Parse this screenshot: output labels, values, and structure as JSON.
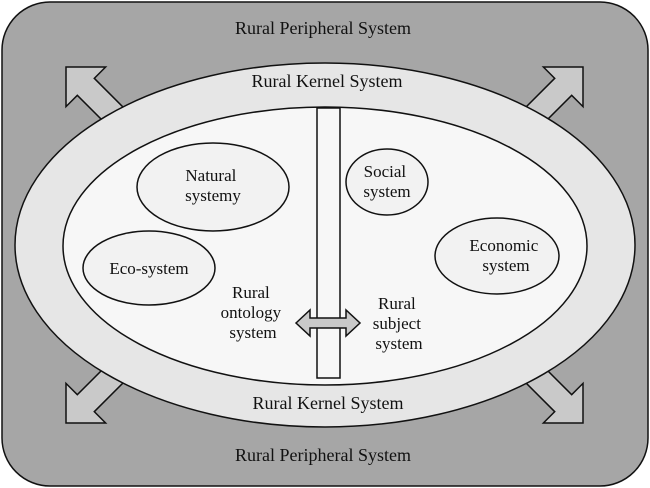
{
  "colors": {
    "outer_fill": "#a6a6a6",
    "kernel_fill": "#e6e6e6",
    "inner_fill": "#f7f7f7",
    "subsystem_fill": "#f2f2f2",
    "stroke": "#111111",
    "arrow_fill": "#c9c9c9"
  },
  "peripheral": {
    "top_label": "Rural Peripheral System",
    "bottom_label": "Rural Peripheral System"
  },
  "kernel": {
    "top_label": "Rural Kernel System",
    "bottom_label": "Rural Kernel System"
  },
  "subsystems": {
    "natural": [
      "Natural",
      "systemy"
    ],
    "eco": [
      "Eco-system"
    ],
    "social": [
      "Social",
      "system"
    ],
    "economic": [
      "Economic",
      "system"
    ]
  },
  "ontology": [
    "Rural",
    "ontology",
    "system"
  ],
  "subject": [
    "Rural",
    "subject",
    "system"
  ],
  "icons": {
    "corner_arrows": "double-headed-arrow-icon",
    "center_arrow": "double-headed-arrow-icon"
  }
}
